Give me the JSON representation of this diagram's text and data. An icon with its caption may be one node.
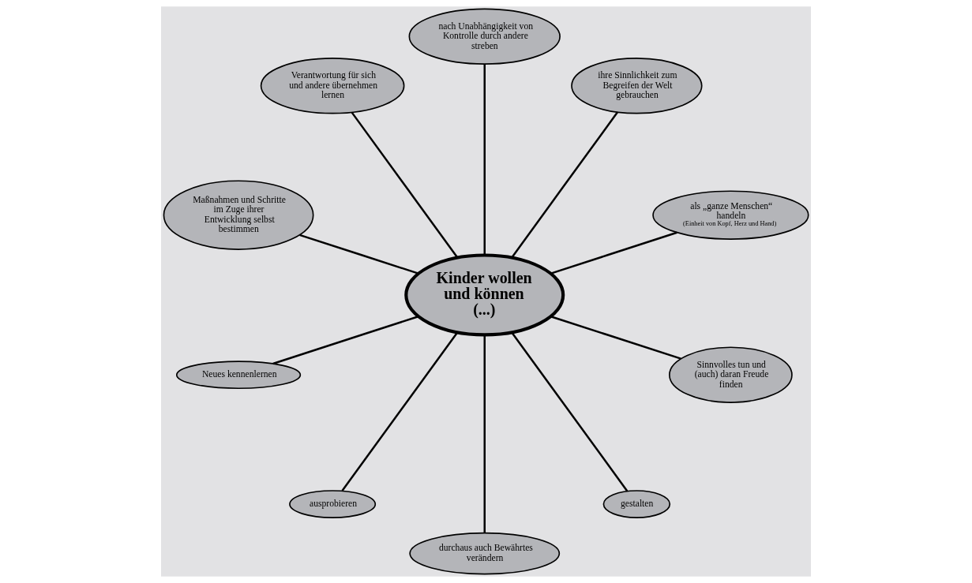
{
  "diagram": {
    "nodes": [
      {
        "text": [
          "Kinder wollen und können (...)"
        ]
      },
      {
        "text": [
          "als „ganze Menschen“ handeln",
          "(Einheit von Kopf, Herz und Hand)"
        ]
      },
      {
        "text": [
          "ihre Sinnlichkeit zum Begreifen der Welt gebrauchen"
        ]
      },
      {
        "text": [
          "nach Unabhängigkeit von Kontrolle durch andere streben"
        ]
      },
      {
        "text": [
          "Verantwortung für sich und andere übernehmen lernen"
        ]
      },
      {
        "text": [
          "Maßnahmen und Schritte im Zuge ihrer Entwicklung selbst bestimmen"
        ]
      },
      {
        "text": [
          "Neues kennenlernen"
        ]
      },
      {
        "text": [
          "ausprobieren"
        ]
      },
      {
        "text": [
          "durchaus auch Bewährtes verändern"
        ]
      },
      {
        "text": [
          "gestalten"
        ]
      },
      {
        "text": [
          "Sinnvolles tun und (auch) daran Freude finden"
        ]
      }
    ],
    "edges": [
      {
        "from": 1,
        "to": 0,
        "arrow": "none"
      },
      {
        "from": 2,
        "to": 0,
        "arrow": "none"
      },
      {
        "from": 3,
        "to": 0,
        "arrow": "none"
      },
      {
        "from": 4,
        "to": 0,
        "arrow": "none"
      },
      {
        "from": 5,
        "to": 0,
        "arrow": "none"
      },
      {
        "from": 6,
        "to": 0,
        "arrow": "none"
      },
      {
        "from": 7,
        "to": 0,
        "arrow": "none"
      },
      {
        "from": 8,
        "to": 0,
        "arrow": "none"
      },
      {
        "from": 9,
        "to": 0,
        "arrow": "none"
      },
      {
        "from": 10,
        "to": 0,
        "arrow": "none"
      }
    ]
  }
}
